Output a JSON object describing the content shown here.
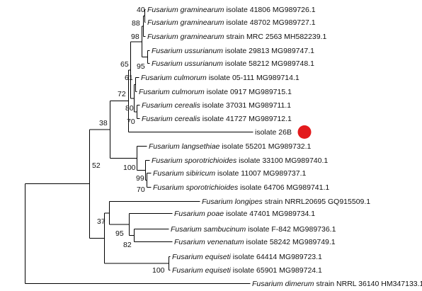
{
  "tree": {
    "marker_color": "#e31a1c",
    "marker_taxon": "isolate 26B",
    "taxa": {
      "t1": {
        "label": "Fusarium graminearum isolate 41806 MG989726.1"
      },
      "t2": {
        "label": "Fusarium graminearum isolate 48702 MG989727.1"
      },
      "t3": {
        "label": "Fusarium graminearum strain MRC 2563 MH582239.1"
      },
      "t4": {
        "label": "Fusarium ussurianum isolate 29813 MG989747.1"
      },
      "t5": {
        "label": "Fusarium ussurianum isolate 58212 MG989748.1"
      },
      "t6": {
        "label": "Fusarium culmorum isolate 05-111 MG989714.1"
      },
      "t7": {
        "label": "Fusarium culmorum isolate 0917 MG989715.1"
      },
      "t8": {
        "label": "Fusarium cerealis isolate 37031 MG989711.1"
      },
      "t9": {
        "label": "Fusarium cerealis isolate 41727 MG989712.1"
      },
      "t10": {
        "label": "isolate 26B"
      },
      "t11": {
        "label": "Fusarium langsethiae isolate 55201 MG989732.1"
      },
      "t12": {
        "label": "Fusarium sporotrichioides isolate 33100 MG989740.1"
      },
      "t13": {
        "label": "Fusarium sibiricum isolate 11007 MG989737.1"
      },
      "t14": {
        "label": "Fusarium sporotrichioides isolate 64706 MG989741.1"
      },
      "t15": {
        "label": "Fusarium longipes strain NRRL20695 GQ915509.1"
      },
      "t16": {
        "label": "Fusarium poae isolate 47401 MG989734.1"
      },
      "t17": {
        "label": "Fusarium sambucinum isolate F-842 MG989736.1"
      },
      "t18": {
        "label": "Fusarium venenatum isolate 58242 MG989749.1"
      },
      "t19": {
        "label": "Fusarium equiseti isolate 64414 MG989723.1"
      },
      "t20": {
        "label": "Fusarium equiseti isolate 65901 MG989724.1"
      },
      "t21": {
        "label": "Fusarium dimerum strain NRRL 36140 HM347133.1"
      }
    },
    "support": {
      "n_grm": "40",
      "n_grm3": "88",
      "n_gu": "98",
      "n_uss": "95",
      "n_cul": "61",
      "n_cer": "80",
      "n_cc": "70",
      "n_gcc": "65",
      "n_fg": "72",
      "n_a": "38",
      "n_ssp": "99",
      "n_ssp2": "70",
      "n_spo": "100",
      "n_root": "52",
      "n_sv": "82",
      "n_sambp": "95",
      "n_equ": "100",
      "n_c": "37"
    }
  }
}
